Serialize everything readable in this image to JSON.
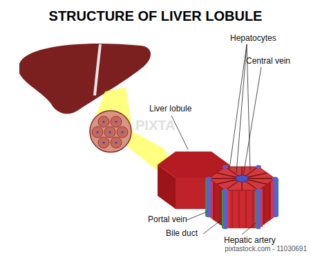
{
  "diagram": {
    "title": "STRUCTURE OF LIVER LOBULE",
    "labels": [
      "Liver lobule",
      "Hepatocytes",
      "Central vein",
      "Portal vein",
      "Bile duct",
      "Hepatic artery",
      "PIXTA",
      "pixtastock.com - 11030691"
    ]
  }
}
